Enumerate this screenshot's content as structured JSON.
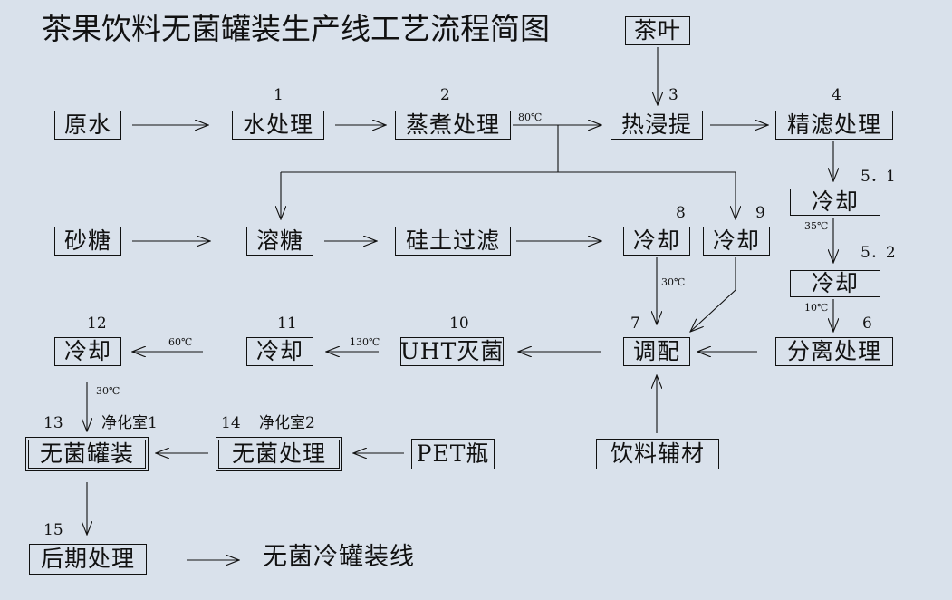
{
  "title": "茶果饮料无菌罐装生产线工艺流程简图",
  "boxes": {
    "tea_leaf": "茶叶",
    "raw_water": "原水",
    "water_treatment": "水处理",
    "steam_boil": "蒸煮处理",
    "hot_extract": "热浸提",
    "fine_filter": "精滤处理",
    "cool_5_1": "冷却",
    "cool_5_2": "冷却",
    "sugar": "砂糖",
    "dissolve_sugar": "溶糖",
    "diatomite_filter": "硅土过滤",
    "cool_8": "冷却",
    "cool_9": "冷却",
    "blend": "调配",
    "separation": "分离处理",
    "uht": "UHT灭菌",
    "cool_11": "冷却",
    "cool_12": "冷却",
    "aseptic_fill": "无菌罐装",
    "aseptic_treat": "无菌处理",
    "pet_bottle": "PET瓶",
    "drink_aux": "饮料辅材",
    "post_process": "后期处理"
  },
  "numbers": {
    "n1": "1",
    "n2": "2",
    "n3": "3",
    "n4": "4",
    "n5_1": "5．1",
    "n5_2": "5．2",
    "n6": "6",
    "n7": "7",
    "n8": "8",
    "n9": "9",
    "n10": "10",
    "n11": "11",
    "n12": "12",
    "n13": "13",
    "n14": "14",
    "n15": "15"
  },
  "temps": {
    "t80": "80℃",
    "t35": "35℃",
    "t10": "10℃",
    "t30a": "30℃",
    "t130": "130℃",
    "t60": "60℃",
    "t30b": "30℃"
  },
  "rooms": {
    "room1": "净化室1",
    "room2": "净化室2"
  },
  "final_line": "无菌冷罐装线"
}
